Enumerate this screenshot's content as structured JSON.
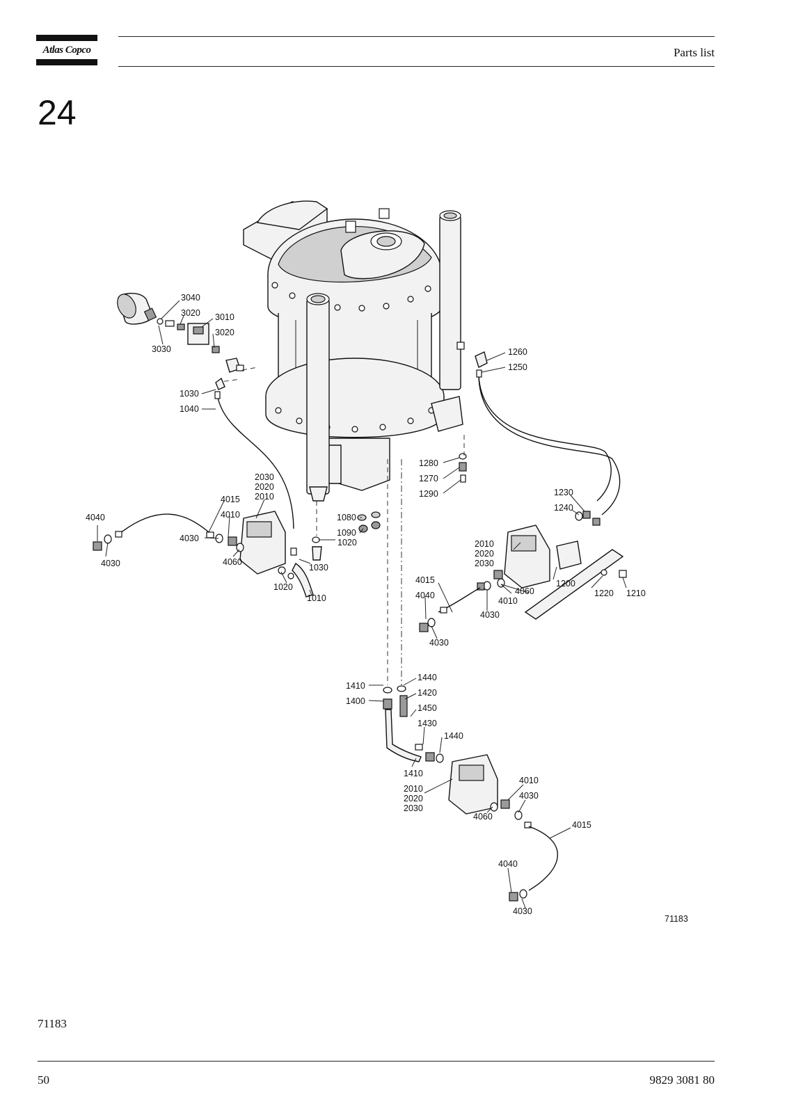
{
  "header": {
    "brand": "Atlas Copco",
    "title": "Parts list"
  },
  "section": {
    "number": "24"
  },
  "drawing": {
    "reference": "71183",
    "callouts": {
      "c3040": "3040",
      "c3020a": "3020",
      "c3010": "3010",
      "c3020b": "3020",
      "c3030": "3030",
      "c1260": "1260",
      "c1250": "1250",
      "c1030a": "1030",
      "c1040": "1040",
      "c2030a": "2030",
      "c2020a": "2020",
      "c2010a": "2010",
      "c4015a": "4015",
      "c4010a": "4010",
      "c4040a": "4040",
      "c4030a": "4030",
      "c4030b": "4030",
      "c4060a": "4060",
      "c1080": "1080",
      "c1090": "1090",
      "c1020a": "1020",
      "c1030b": "1030",
      "c1020b": "1020",
      "c1010": "1010",
      "c1280": "1280",
      "c1270": "1270",
      "c1290": "1290",
      "c1230": "1230",
      "c1240": "1240",
      "c2010b": "2010",
      "c2020b": "2020",
      "c2030b": "2030",
      "c4015b": "4015",
      "c4040b": "4040",
      "c4030c": "4030",
      "c4030d": "4030",
      "c4010b": "4010",
      "c4060b": "4060",
      "c1200": "1200",
      "c1220": "1220",
      "c1210": "1210",
      "c1410a": "1410",
      "c1440a": "1440",
      "c1420": "1420",
      "c1400": "1400",
      "c1450": "1450",
      "c1430": "1430",
      "c1440b": "1440",
      "c1410b": "1410",
      "c2010c": "2010",
      "c2020c": "2020",
      "c2030c": "2030",
      "c4010c": "4010",
      "c4030e": "4030",
      "c4060c": "4060",
      "c4015c": "4015",
      "c4040c": "4040",
      "c4030f": "4030"
    }
  },
  "caption": "71183",
  "footer": {
    "page": "50",
    "doc_number": "9829 3081 80"
  }
}
